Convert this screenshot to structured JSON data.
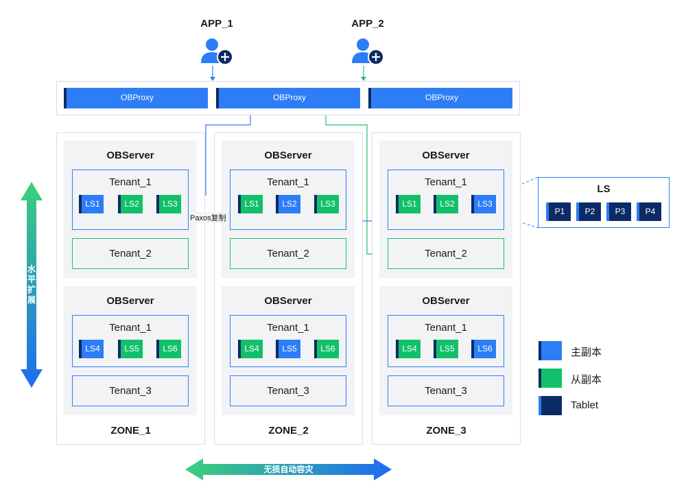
{
  "apps": [
    {
      "label": "APP_1"
    },
    {
      "label": "APP_2"
    }
  ],
  "proxies": [
    {
      "label": "OBProxy"
    },
    {
      "label": "OBProxy"
    },
    {
      "label": "OBProxy"
    }
  ],
  "zones": [
    {
      "label": "ZONE_1",
      "servers": [
        {
          "title": "OBServer",
          "tenants": [
            {
              "name": "Tenant_1",
              "ls": [
                {
                  "label": "LS1",
                  "role": "primary"
                },
                {
                  "label": "LS2",
                  "role": "follower"
                },
                {
                  "label": "LS3",
                  "role": "follower"
                }
              ]
            },
            {
              "name": "Tenant_2"
            }
          ]
        },
        {
          "title": "OBServer",
          "tenants": [
            {
              "name": "Tenant_1",
              "ls": [
                {
                  "label": "LS4",
                  "role": "primary"
                },
                {
                  "label": "LS5",
                  "role": "follower"
                },
                {
                  "label": "LS6",
                  "role": "follower"
                }
              ]
            },
            {
              "name": "Tenant_3"
            }
          ]
        }
      ]
    },
    {
      "label": "ZONE_2",
      "servers": [
        {
          "title": "OBServer",
          "tenants": [
            {
              "name": "Tenant_1",
              "ls": [
                {
                  "label": "LS1",
                  "role": "follower"
                },
                {
                  "label": "LS2",
                  "role": "primary"
                },
                {
                  "label": "LS3",
                  "role": "follower"
                }
              ]
            },
            {
              "name": "Tenant_2"
            }
          ]
        },
        {
          "title": "OBServer",
          "tenants": [
            {
              "name": "Tenant_1",
              "ls": [
                {
                  "label": "LS4",
                  "role": "follower"
                },
                {
                  "label": "LS5",
                  "role": "primary"
                },
                {
                  "label": "LS6",
                  "role": "follower"
                }
              ]
            },
            {
              "name": "Tenant_3"
            }
          ]
        }
      ]
    },
    {
      "label": "ZONE_3",
      "servers": [
        {
          "title": "OBServer",
          "tenants": [
            {
              "name": "Tenant_1",
              "ls": [
                {
                  "label": "LS1",
                  "role": "follower"
                },
                {
                  "label": "LS2",
                  "role": "follower"
                },
                {
                  "label": "LS3",
                  "role": "primary"
                }
              ]
            },
            {
              "name": "Tenant_2"
            }
          ]
        },
        {
          "title": "OBServer",
          "tenants": [
            {
              "name": "Tenant_1",
              "ls": [
                {
                  "label": "LS4",
                  "role": "follower"
                },
                {
                  "label": "LS5",
                  "role": "follower"
                },
                {
                  "label": "LS6",
                  "role": "primary"
                }
              ]
            },
            {
              "name": "Tenant_3"
            }
          ]
        }
      ]
    }
  ],
  "paxos_label": "Paxos复制",
  "ls_detail": {
    "title": "LS",
    "partitions": [
      "P1",
      "P2",
      "P3",
      "P4"
    ]
  },
  "vertical_arrow_label": [
    "水",
    "平",
    "扩",
    "展"
  ],
  "horizontal_arrow_label": "无损自动容灾",
  "legend": [
    {
      "label": "主副本",
      "kind": "primary"
    },
    {
      "label": "从副本",
      "kind": "follower"
    },
    {
      "label": "Tablet",
      "kind": "tablet"
    }
  ],
  "colors": {
    "primary": "#2d7df6",
    "follower": "#12c06a",
    "tablet": "#0b2b66",
    "connector_blue": "#2d7df6",
    "connector_green": "#1fbf6a"
  }
}
